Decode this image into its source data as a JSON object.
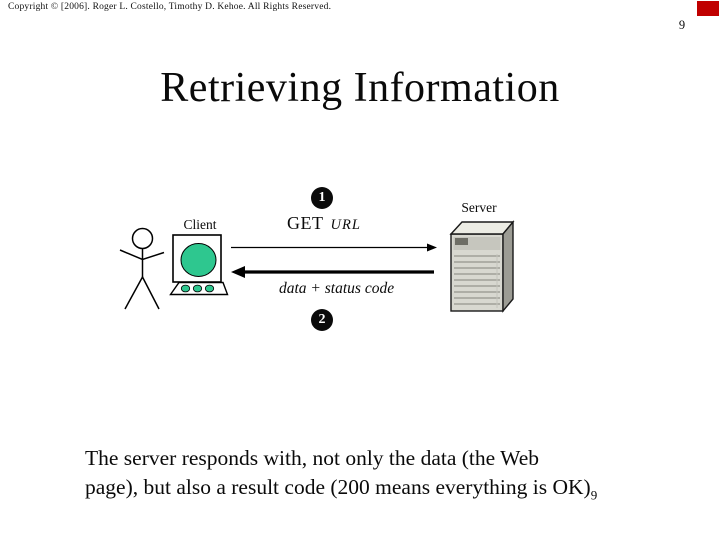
{
  "header": {
    "copyright": "Copyright © [2006].  Roger L. Costello, Timothy D. Kehoe.  All Rights Reserved.",
    "slide_number": "9",
    "corner_marker_color": "#c00000"
  },
  "slide": {
    "title": "Retrieving Information",
    "body": {
      "line1": "The server responds with, not only the data (the Web",
      "line2": "page), but also a result code (200 means everything is OK)",
      "subscript": "9"
    }
  },
  "diagram": {
    "client_label": "Client",
    "server_label": "Server",
    "steps": {
      "request": "1",
      "response": "2"
    },
    "request": {
      "verb": "GET",
      "argument": "URL"
    },
    "response_label": "data + status code",
    "colors": {
      "screen_green": "#2ec78f",
      "step_circle": "#0a0a0a",
      "server_front": "#d8d8d0",
      "server_top": "#ecece4",
      "server_side": "#9c9c94"
    },
    "icons": {
      "person-icon": "stick figure drawn with SVG lines",
      "computer-icon": "monitor with green oval screen and keyboard",
      "server-icon": "3D gray server tower with vent slats",
      "arrow-right-icon": "thin request arrow",
      "arrow-left-icon": "thick response arrow",
      "step-1-badge": "black circle with white 1",
      "step-2-badge": "black circle with white 2"
    }
  }
}
